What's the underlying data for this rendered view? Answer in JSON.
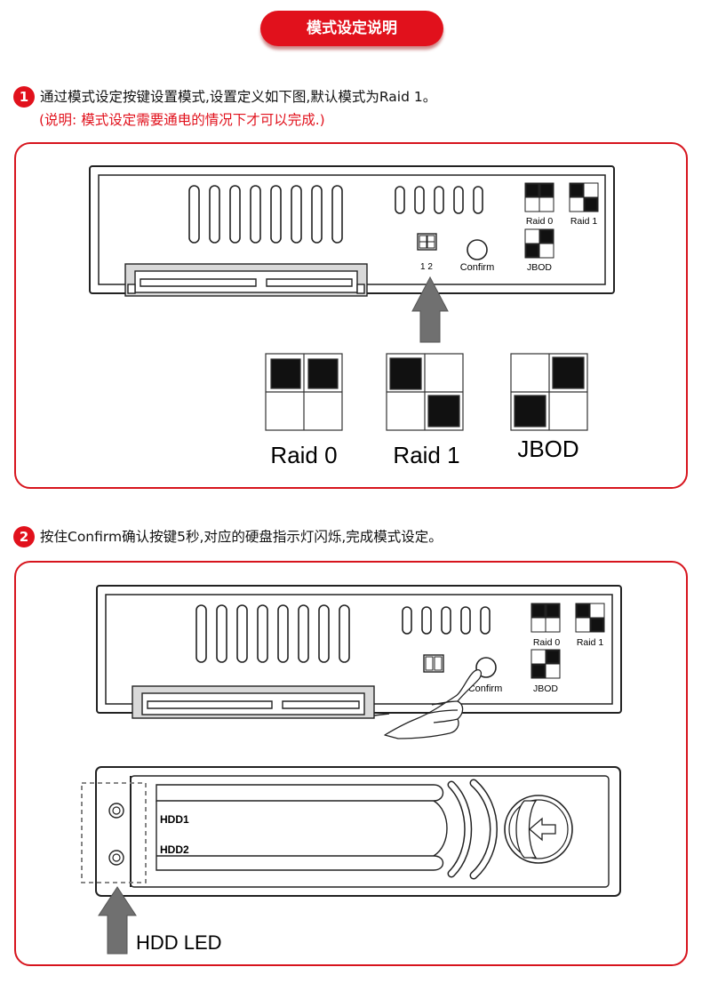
{
  "header": {
    "title": "模式设定说明"
  },
  "step1": {
    "number": "1",
    "text": "通过模式设定按键设置模式,设置定义如下图,默认模式为Raid 1。",
    "note": "(说明: 模式设定需要通电的情况下才可以完成.)"
  },
  "step2": {
    "number": "2",
    "text": "按住Confirm确认按键5秒,对应的硬盘指示灯闪烁,完成模式设定。"
  },
  "device": {
    "dip_label": "1 2",
    "confirm_label": "Confirm",
    "mode_small": {
      "raid0": "Raid 0",
      "raid1": "Raid 1",
      "jbod": "JBOD"
    }
  },
  "modes": [
    {
      "label": "Raid 0",
      "cells": [
        1,
        1,
        0,
        0
      ]
    },
    {
      "label": "Raid 1",
      "cells": [
        1,
        0,
        0,
        1
      ]
    },
    {
      "label": "JBOD",
      "cells": [
        0,
        1,
        1,
        0
      ]
    }
  ],
  "tray": {
    "hdd1": "HDD1",
    "hdd2": "HDD2"
  },
  "led_label": "HDD LED"
}
